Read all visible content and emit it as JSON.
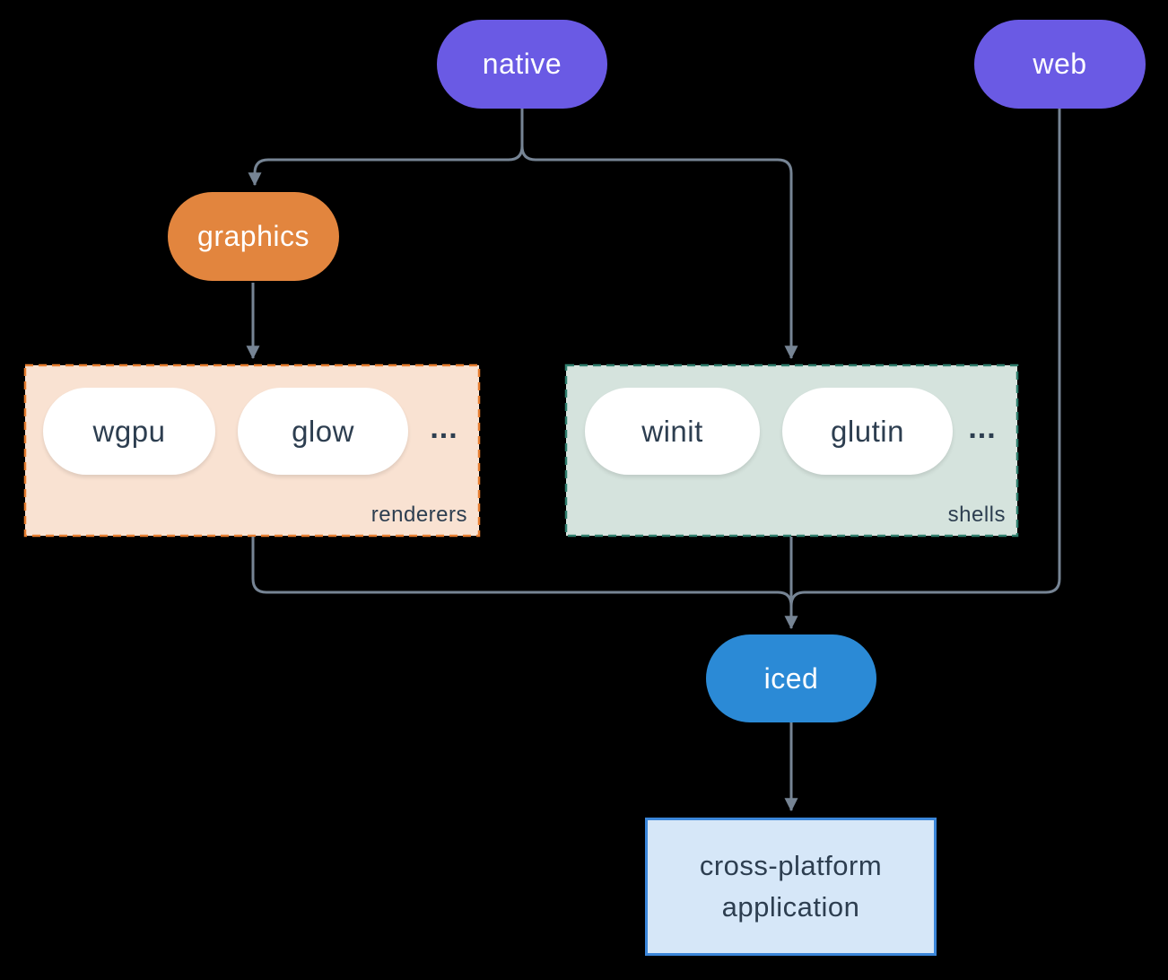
{
  "diagram": {
    "nodes": {
      "native": {
        "label": "native"
      },
      "web": {
        "label": "web"
      },
      "graphics": {
        "label": "graphics"
      },
      "iced": {
        "label": "iced"
      },
      "application": {
        "line1": "cross-platform",
        "line2": "application"
      }
    },
    "groups": {
      "renderers": {
        "label": "renderers",
        "items": [
          "wgpu",
          "glow"
        ],
        "ellipsis": "..."
      },
      "shells": {
        "label": "shells",
        "items": [
          "winit",
          "glutin"
        ],
        "ellipsis": "..."
      }
    },
    "colors": {
      "background": "#000000",
      "edge": "#768494",
      "ink": "#2D3E50",
      "node-purple": "#6A5AE4",
      "node-orange": "#E2853E",
      "node-blue": "#2B8AD6",
      "pill-white": "#FFFFFF",
      "renderers-fill": "#F9E2D2",
      "renderers-border": "#E57C2E",
      "shells-fill": "#D5E3DD",
      "shells-border": "#2E7D6C",
      "app-fill": "#D6E7F8",
      "app-border": "#3B86D9"
    }
  }
}
